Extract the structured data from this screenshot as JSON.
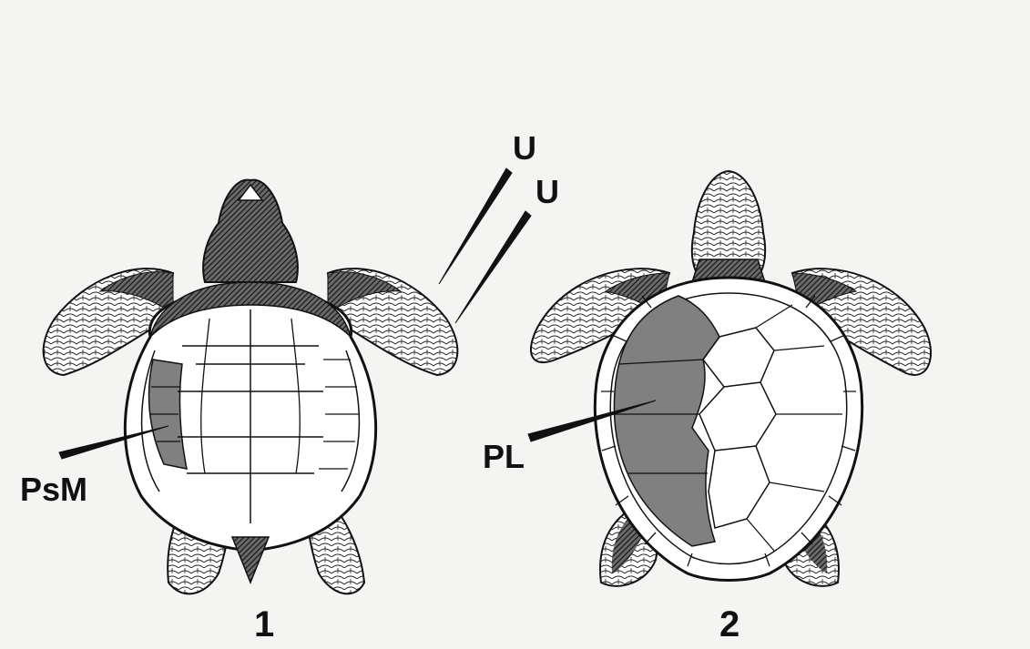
{
  "figure": {
    "labels": {
      "u_top": "U",
      "u_bottom": "U",
      "psm": "PsM",
      "pl": "PL",
      "panel_1": "1",
      "panel_2": "2"
    },
    "colors": {
      "background": "#f4f4f2",
      "ink": "#111111",
      "highlight_scutes": "#808080",
      "flipper_texture": "#3a3a3a",
      "scute_fill": "#ffffff"
    }
  }
}
